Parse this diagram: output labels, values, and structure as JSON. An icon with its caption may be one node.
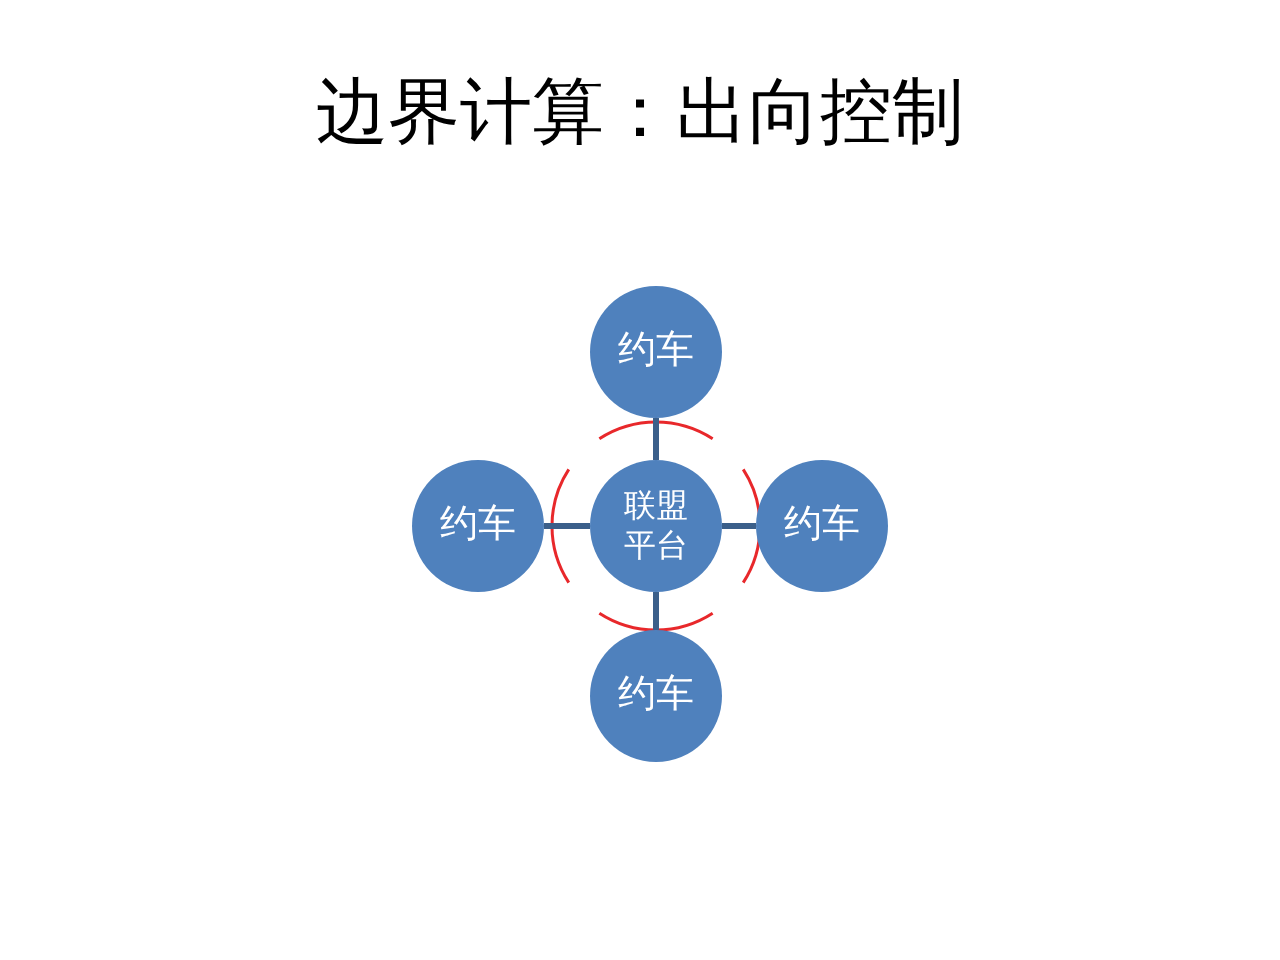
{
  "diagram": {
    "title": "边界计算：出向控制",
    "nodes": [
      {
        "text": [
          "约车"
        ]
      },
      {
        "text": [
          "约车"
        ]
      },
      {
        "text": [
          "联盟平台"
        ]
      },
      {
        "text": [
          "约车"
        ]
      },
      {
        "text": [
          "约车"
        ]
      }
    ],
    "edges": [
      {
        "from": 2,
        "to": 0,
        "arrow": "none"
      },
      {
        "from": 2,
        "to": 1,
        "arrow": "none"
      },
      {
        "from": 2,
        "to": 3,
        "arrow": "none"
      },
      {
        "from": 2,
        "to": 4,
        "arrow": "none"
      }
    ]
  }
}
